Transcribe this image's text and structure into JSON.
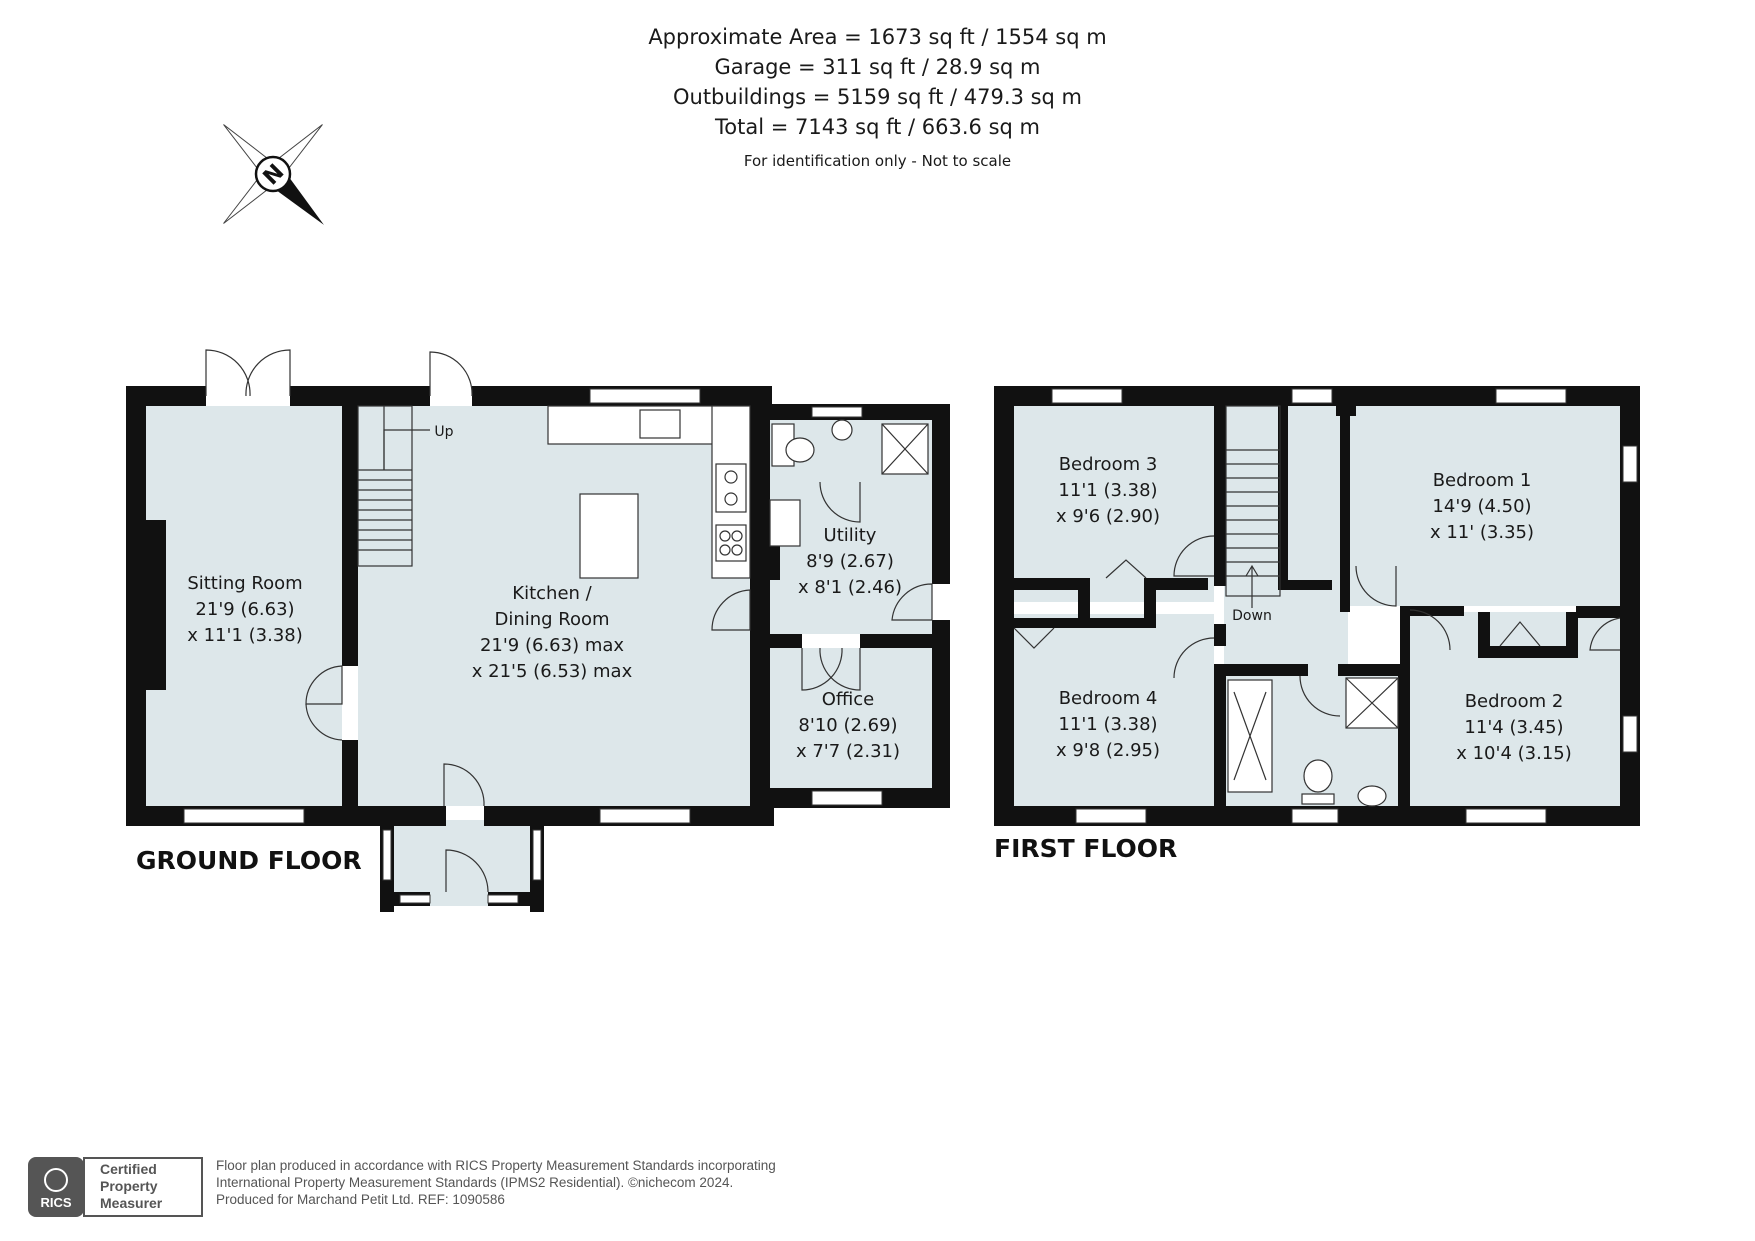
{
  "header": {
    "line1": "Approximate Area = 1673 sq ft / 1554 sq m",
    "line2": "Garage = 311 sq ft / 28.9 sq m",
    "line3": "Outbuildings = 5159 sq ft / 479.3 sq m",
    "line4": "Total = 7143 sq ft / 663.6 sq m",
    "note": "For identification only - Not to scale"
  },
  "compass": {
    "label": "N",
    "icon": "compass-icon"
  },
  "floors": {
    "ground": {
      "title": "GROUND FLOOR"
    },
    "first": {
      "title": "FIRST FLOOR"
    }
  },
  "rooms": {
    "sitting": {
      "name": "Sitting Room",
      "dim1": "21'9 (6.63)",
      "dim2": "x 11'1 (3.38)"
    },
    "kitchen": {
      "name1": "Kitchen /",
      "name2": "Dining Room",
      "dim1": "21'9 (6.63) max",
      "dim2": "x 21'5 (6.53) max"
    },
    "utility": {
      "name": "Utility",
      "dim1": "8'9 (2.67)",
      "dim2": "x 8'1 (2.46)"
    },
    "office": {
      "name": "Office",
      "dim1": "8'10 (2.69)",
      "dim2": "x 7'7 (2.31)"
    },
    "bedroom3": {
      "name": "Bedroom 3",
      "dim1": "11'1 (3.38)",
      "dim2": "x 9'6 (2.90)"
    },
    "bedroom1": {
      "name": "Bedroom 1",
      "dim1": "14'9 (4.50)",
      "dim2": "x 11' (3.35)"
    },
    "bedroom4": {
      "name": "Bedroom 4",
      "dim1": "11'1 (3.38)",
      "dim2": "x 9'8 (2.95)"
    },
    "bedroom2": {
      "name": "Bedroom 2",
      "dim1": "11'4 (3.45)",
      "dim2": "x 10'4 (3.15)"
    }
  },
  "stairs": {
    "up": "Up",
    "down": "Down"
  },
  "footer": {
    "line1": "Floor plan produced in accordance with RICS Property Measurement Standards incorporating",
    "line2": "International Property Measurement Standards (IPMS2 Residential).   ©nichecom 2024.",
    "line3": "Produced for Marchand Petit Ltd.   REF:  1090586"
  },
  "badge": {
    "org": "RICS",
    "line1": "Certified",
    "line2": "Property",
    "line3": "Measurer"
  },
  "colors": {
    "room_fill": "#dde7ea",
    "wall": "#111111",
    "text": "#1a1a1a"
  }
}
